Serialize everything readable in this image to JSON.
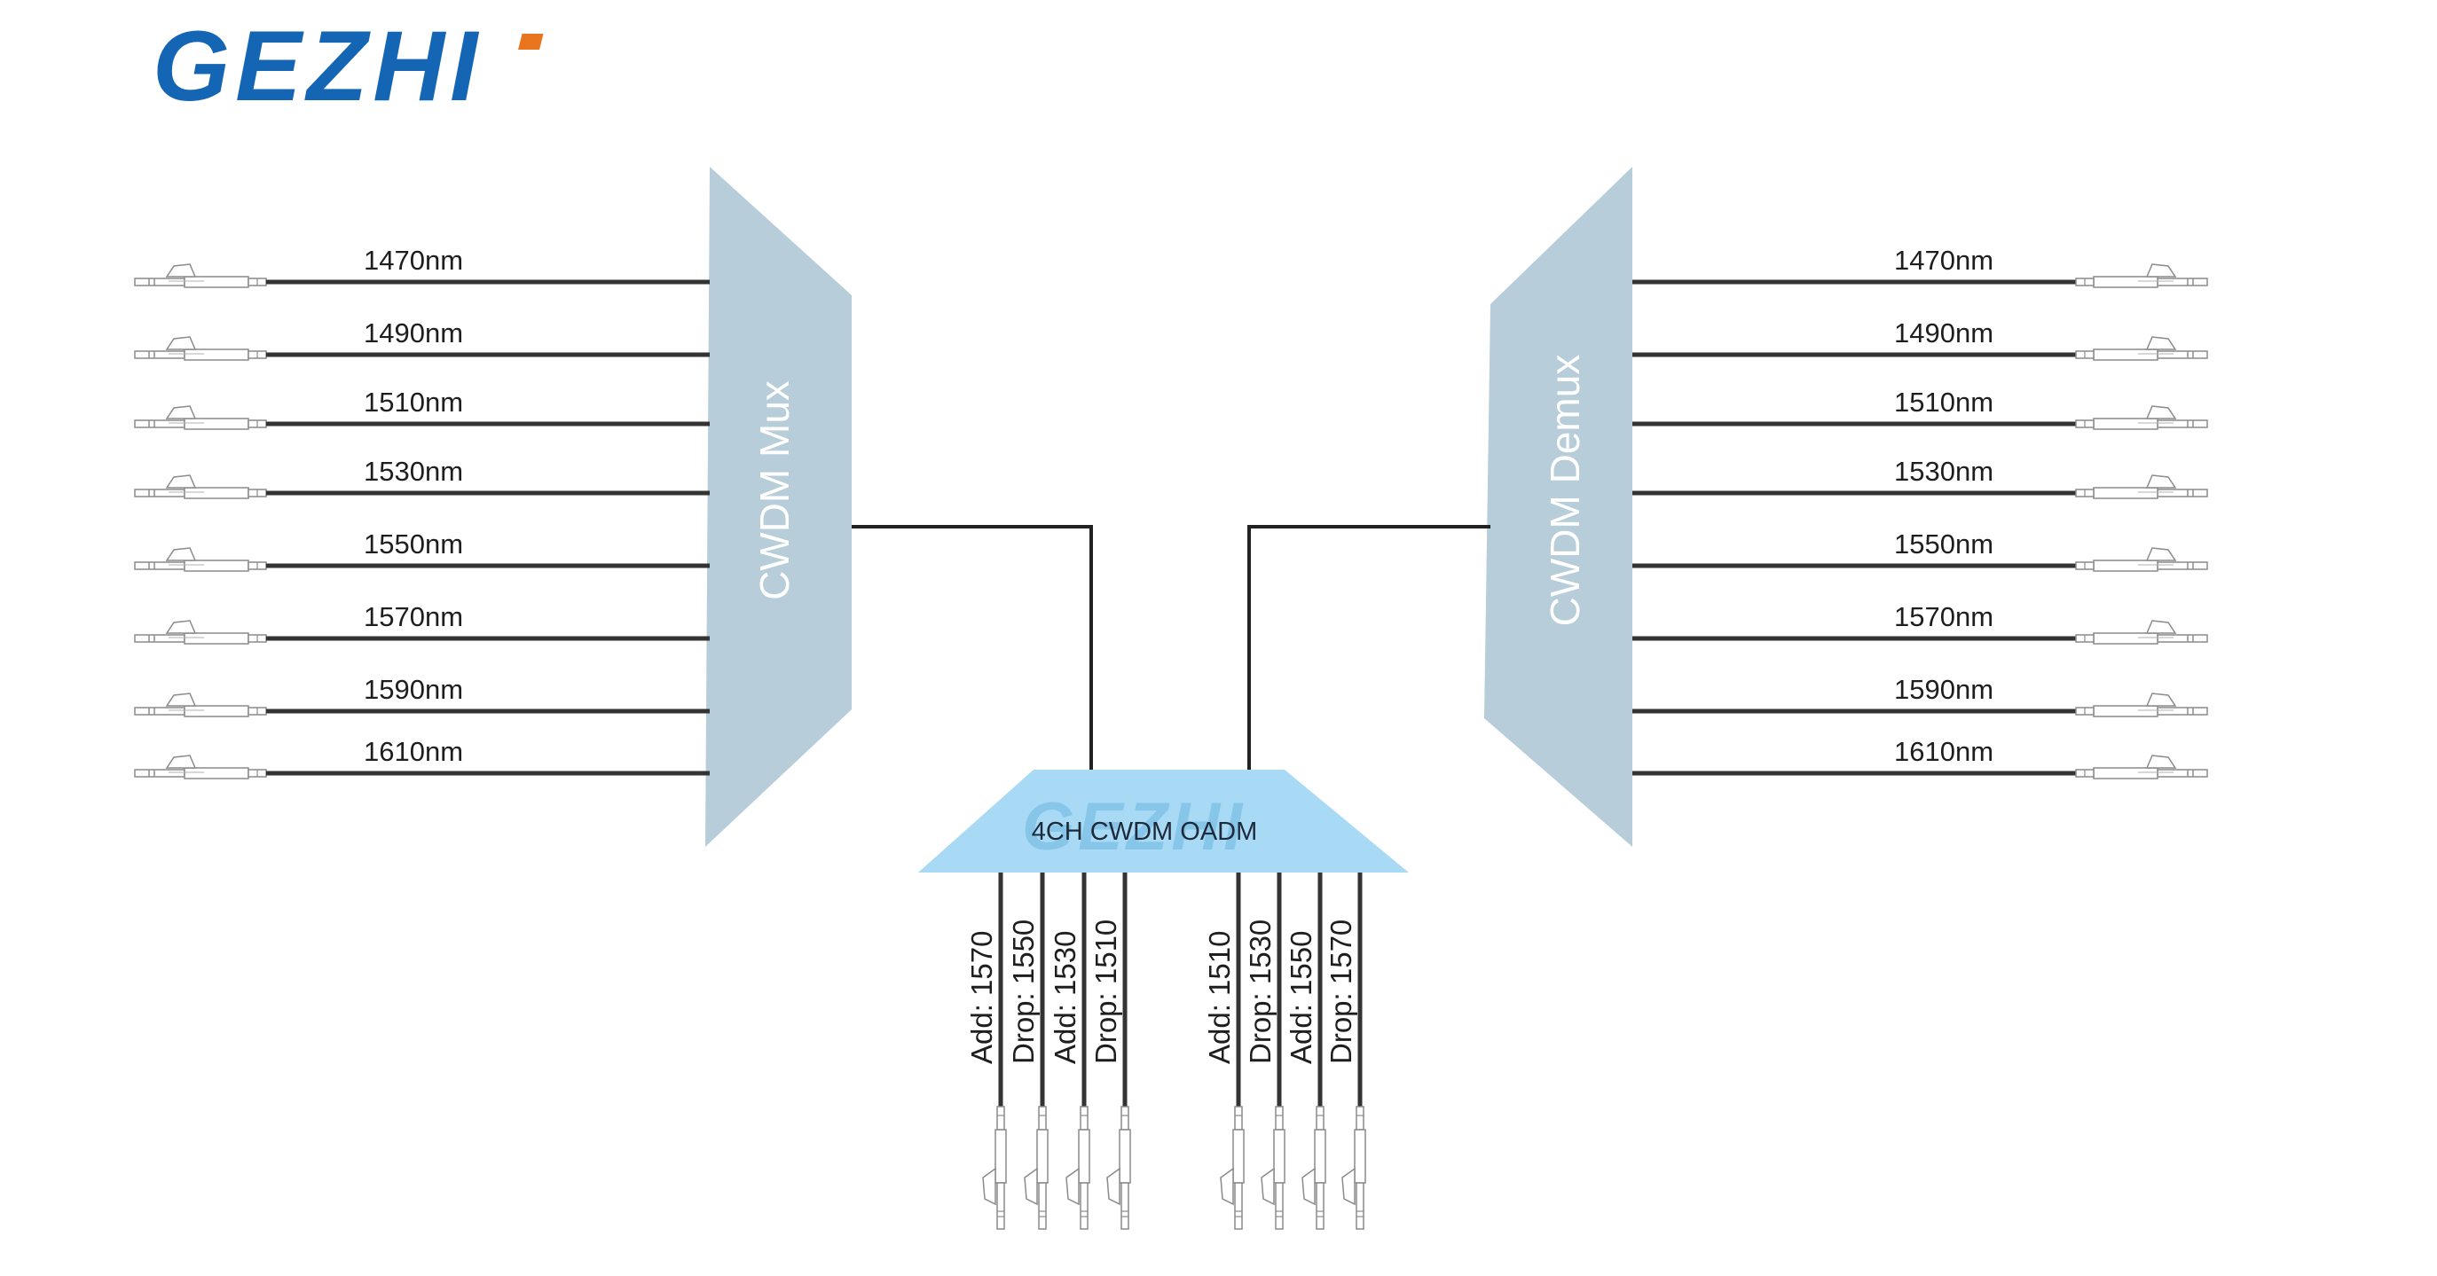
{
  "logo": {
    "text": "GEZHI",
    "main_color": "#1565b5",
    "accent_color": "#e8741e"
  },
  "mux": {
    "label": "CWDM Mux",
    "color": "#b7cdd9"
  },
  "demux": {
    "label": "CWDM Demux",
    "color": "#b7cdd9"
  },
  "oadm": {
    "label": "4CH CWDM OADM",
    "watermark": "GEZHI",
    "color": "#a8daf5"
  },
  "wavelengths": [
    "1470nm",
    "1490nm",
    "1510nm",
    "1530nm",
    "1550nm",
    "1570nm",
    "1590nm",
    "1610nm"
  ],
  "oadm_ports_left": [
    "Add: 1570",
    "Drop: 1550",
    "Add: 1530",
    "Drop: 1510"
  ],
  "oadm_ports_right": [
    "Add: 1510",
    "Drop: 1530",
    "Add: 1550",
    "Drop: 1570"
  ],
  "line_color": "#333333"
}
